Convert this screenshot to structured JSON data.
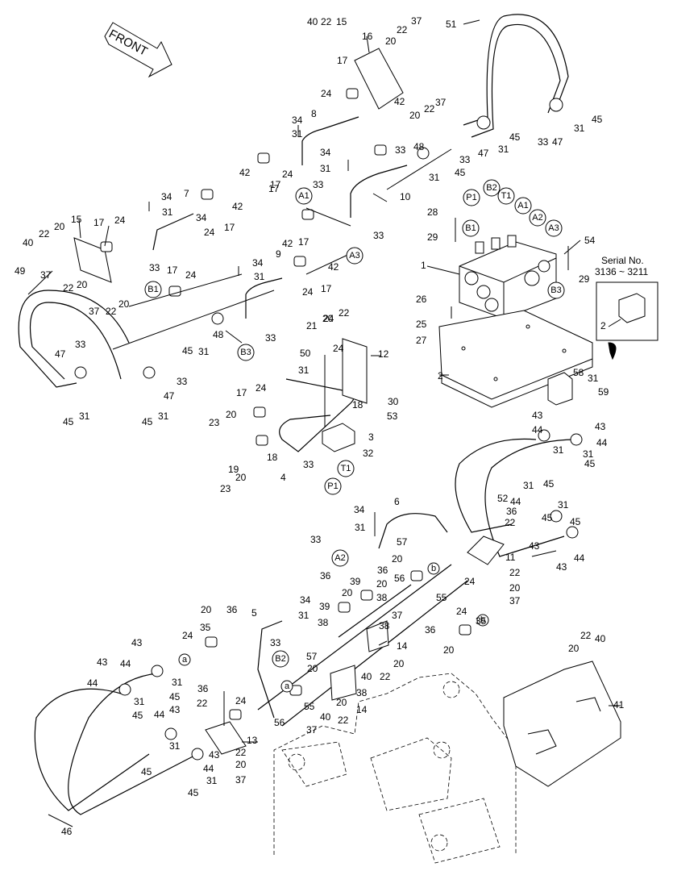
{
  "front_arrow": {
    "label": "FRONT"
  },
  "serial_note": {
    "title": "Serial No.",
    "range": "3136 ~ 3211",
    "part": "2"
  },
  "port_labels": [
    "A1",
    "A2",
    "A3",
    "B1",
    "B2",
    "B3",
    "P1",
    "T1",
    "a",
    "b"
  ],
  "callouts": [
    "1",
    "2",
    "3",
    "4",
    "5",
    "6",
    "7",
    "8",
    "9",
    "10",
    "11",
    "12",
    "13",
    "14",
    "15",
    "16",
    "17",
    "18",
    "19",
    "20",
    "21",
    "22",
    "23",
    "24",
    "25",
    "26",
    "27",
    "28",
    "29",
    "30",
    "31",
    "32",
    "33",
    "34",
    "35",
    "36",
    "37",
    "38",
    "39",
    "40",
    "41",
    "42",
    "43",
    "44",
    "45",
    "46",
    "47",
    "48",
    "49",
    "50",
    "51",
    "52",
    "53",
    "54",
    "55",
    "56",
    "57",
    "58",
    "59"
  ]
}
